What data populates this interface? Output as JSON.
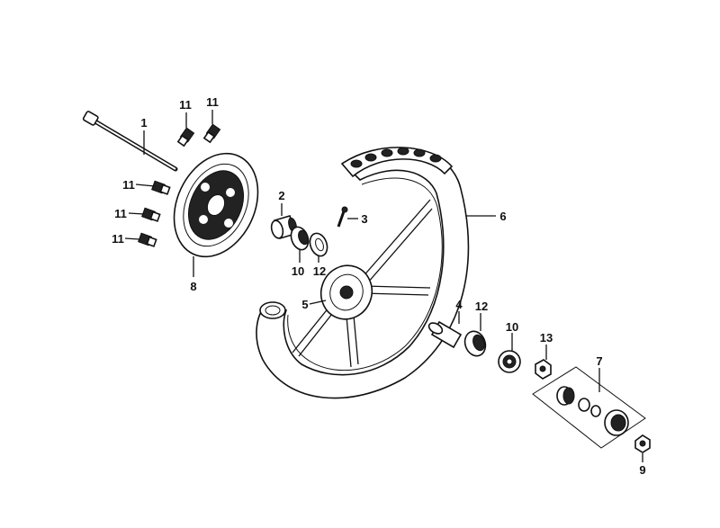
{
  "callouts": {
    "c1": "1",
    "c2": "2",
    "c3": "3",
    "c4": "4",
    "c5": "5",
    "c6": "6",
    "c7": "7",
    "c8": "8",
    "c9": "9",
    "c10a": "10",
    "c10b": "10",
    "c11a": "11",
    "c11b": "11",
    "c11c": "11",
    "c11d": "11",
    "c11e": "11",
    "c12a": "12",
    "c12b": "12",
    "c13": "13"
  }
}
